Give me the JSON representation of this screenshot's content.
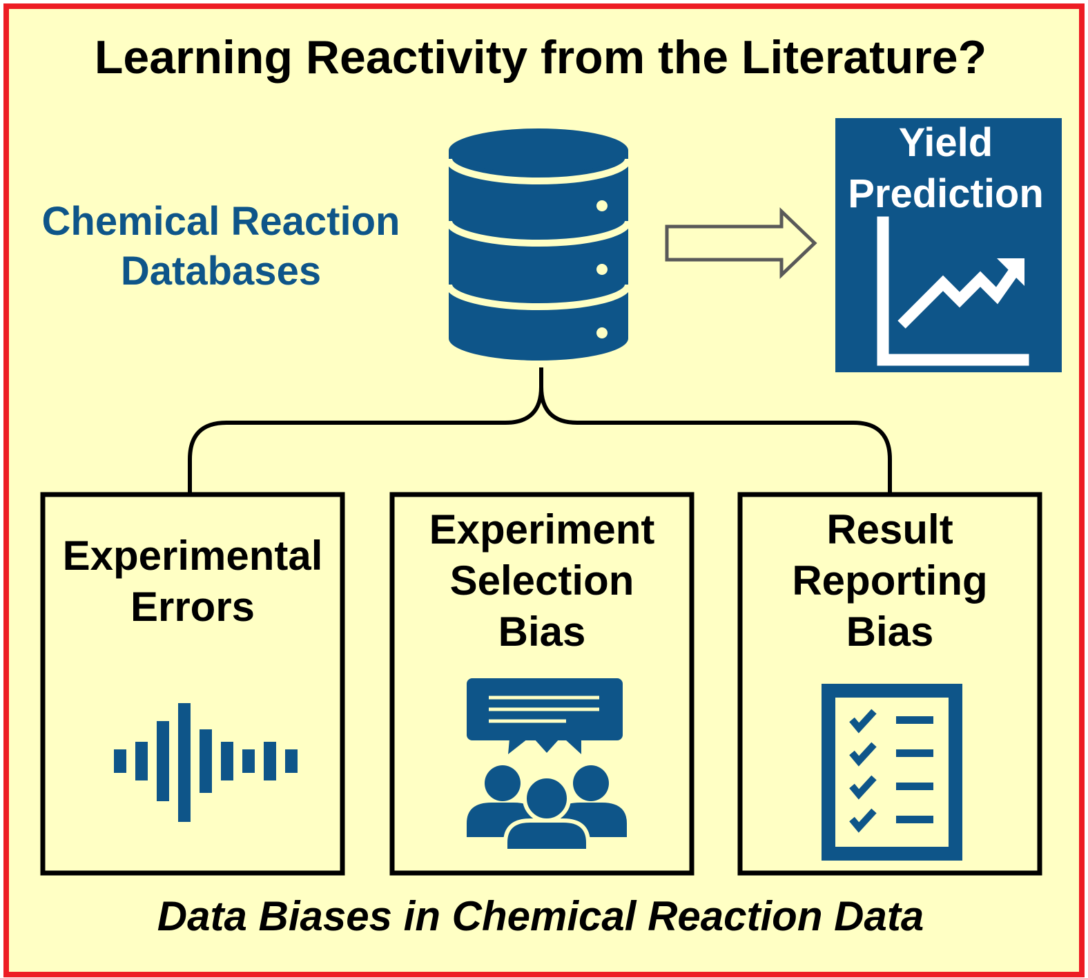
{
  "title": "Learning Reactivity from the Literature?",
  "database": {
    "label_line1": "Chemical Reaction",
    "label_line2": "Databases",
    "icon": "database-icon"
  },
  "yield": {
    "label_line1": "Yield",
    "label_line2": "Prediction",
    "icon": "trending-chart-icon"
  },
  "biases": [
    {
      "line1": "Experimental",
      "line2": "Errors",
      "icon": "sound-wave-icon"
    },
    {
      "line1": "Experiment",
      "line2": "Selection",
      "line3": "Bias",
      "icon": "group-discussion-icon"
    },
    {
      "line1": "Result",
      "line2": "Reporting",
      "line3": "Bias",
      "icon": "checklist-icon"
    }
  ],
  "caption": "Data Biases in Chemical Reaction Data",
  "colors": {
    "background": "#ffffc4",
    "frame": "#ed1c24",
    "accent_blue": "#0e5589",
    "text": "#000000"
  }
}
